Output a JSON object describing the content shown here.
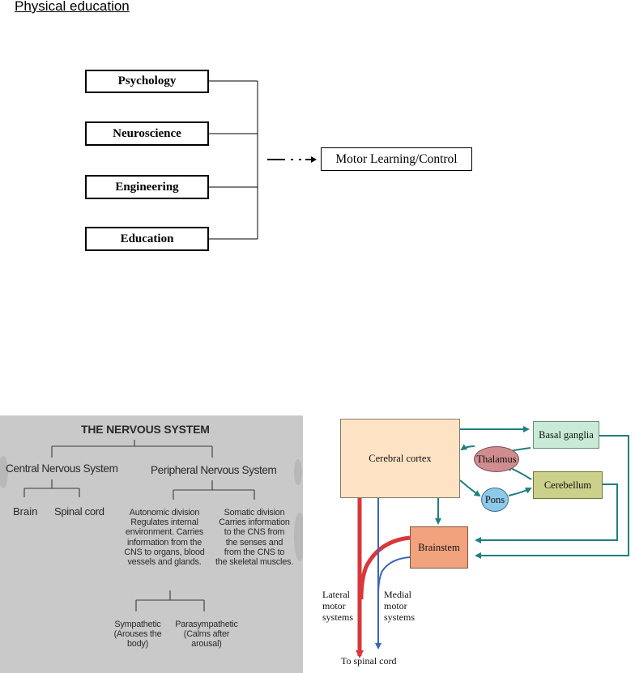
{
  "heading": "Physical education",
  "top_diagram": {
    "sources": [
      "Psychology",
      "Neuroscience",
      "Engineering",
      "Education"
    ],
    "target": "Motor Learning/Control"
  },
  "nervous_system": {
    "title": "THE NERVOUS SYSTEM",
    "central": "Central Nervous System",
    "peripheral": "Peripheral Nervous System",
    "brain": "Brain",
    "spinal_cord": "Spinal cord",
    "autonomic_lines": [
      "Autonomic division",
      "Regulates internal",
      "environment. Carries",
      "information from the",
      "CNS to organs, blood",
      "vessels and glands."
    ],
    "somatic_lines": [
      "Somatic division",
      "Carries information",
      "to the CNS from",
      "the senses and",
      "from the CNS to",
      "the skeletal muscles."
    ],
    "sympathetic_lines": [
      "Sympathetic",
      "(Arouses the",
      "body)"
    ],
    "parasympathetic_lines": [
      "Parasympathetic",
      "(Calms after",
      "arousal)"
    ]
  },
  "motor_system": {
    "cerebral_cortex": "Cerebral cortex",
    "basal_ganglia": "Basal ganglia",
    "thalamus": "Thalamus",
    "cerebellum": "Cerebellum",
    "pons": "Pons",
    "brainstem": "Brainstem",
    "lateral_lines": [
      "Lateral",
      "motor",
      "systems"
    ],
    "medial_lines": [
      "Medial",
      "motor",
      "systems"
    ],
    "to_spinal_cord": "To spinal cord",
    "colors": {
      "cortex": "#fde3c4",
      "basal_ganglia": "#c9ead7",
      "thalamus": "#cf8d90",
      "cerebellum": "#cbd08a",
      "pons": "#8ec9ea",
      "brainstem": "#f0a37d",
      "arrow_teal": "#1f7f80",
      "lateral_red": "#d8373b",
      "medial_blue": "#3a65b6"
    }
  }
}
